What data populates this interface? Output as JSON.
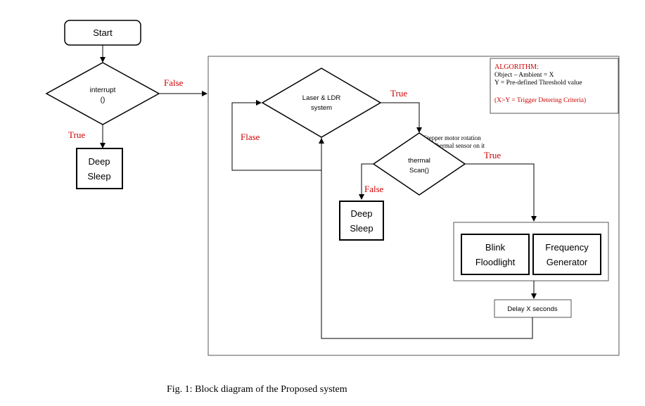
{
  "colors": {
    "line": "#000000",
    "label": "#cc0000",
    "box_border": "#555555"
  },
  "start": {
    "label": "Start"
  },
  "interrupt": {
    "line1": "interrupt",
    "line2": "()"
  },
  "branch_true": "True",
  "branch_false": "False",
  "branch_flase": "Flase",
  "deep_sleep": {
    "line1": "Deep",
    "line2": "Sleep"
  },
  "laser": {
    "line1": "Laser & LDR",
    "line2": "system"
  },
  "thermal": {
    "line1": "thermal",
    "line2": "Scan()"
  },
  "stepper_note": {
    "line1": "Stepper   motor   rotation",
    "line2": "with Thermal sensor on it"
  },
  "algorithm": {
    "title": "ALGORITHM:",
    "line1": "Object – Ambient = X",
    "line2": "Y = Pre-defined Threshold value",
    "criteria": "(X>Y = Trigger Detering Criteria)"
  },
  "blink": {
    "line1": "Blink",
    "line2": "Floodlight"
  },
  "frequency": {
    "line1": "Frequency",
    "line2": "Generator"
  },
  "delay": {
    "label": "Delay X seconds"
  },
  "caption": "Fig. 1: Block diagram of the Proposed system"
}
